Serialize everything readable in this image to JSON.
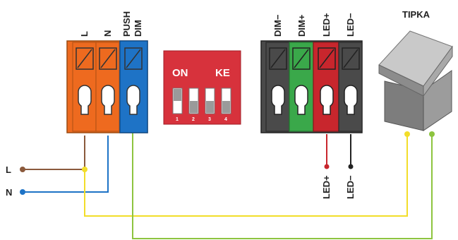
{
  "left_terminal": {
    "labels": [
      "L",
      "N",
      "PUSH",
      "DIM"
    ],
    "colors": {
      "orange": "#ee6a1f",
      "blue": "#1e73c6",
      "frame": "#9a4b12"
    }
  },
  "dip_switch": {
    "on_label": "ON",
    "ke_label": "KE",
    "numbers": [
      "1",
      "2",
      "3",
      "4"
    ],
    "color": "#d7323c"
  },
  "right_terminal": {
    "labels": [
      "DIM−",
      "DIM+",
      "LED+",
      "LED−"
    ],
    "colors": {
      "grey": "#4a4a4a",
      "green": "#3aa84a",
      "red": "#c8262d",
      "dark": "#333333"
    }
  },
  "button": {
    "label": "TIPKA"
  },
  "inputs": {
    "l_label": "L",
    "n_label": "N"
  },
  "outputs": {
    "led_plus": "LED+",
    "led_minus": "LED−"
  },
  "wire_colors": {
    "brown": "#8b5a3c",
    "blue": "#1e73c6",
    "yellow": "#f2dd2a",
    "green": "#8dc43f",
    "red": "#c8262d",
    "black": "#222222"
  }
}
